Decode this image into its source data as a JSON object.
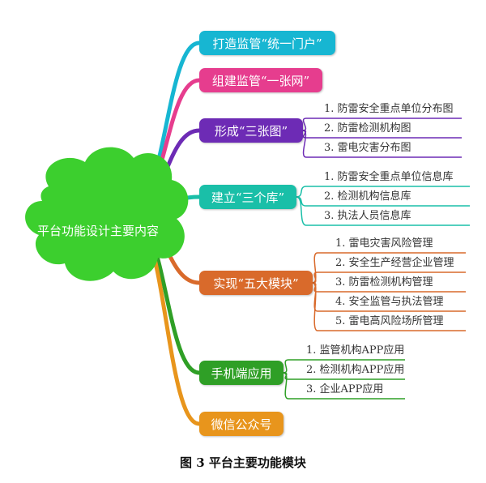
{
  "root": "平台功能设计主要内容",
  "colors": {
    "root": "#3ccf2e",
    "cyan": "#17b6d2",
    "pink": "#e63d8e",
    "purple": "#6d2bb5",
    "teal": "#1abfa8",
    "orange": "#d96a2b",
    "green": "#2f9f26",
    "amber": "#e8951c"
  },
  "branches": [
    {
      "label": "打造监管“统一门户”",
      "color": "cyan",
      "items": []
    },
    {
      "label": "组建监管“一张网”",
      "color": "pink",
      "items": []
    },
    {
      "label": "形成“三张图”",
      "color": "purple",
      "items": [
        "1. 防雷安全重点单位分布图",
        "2. 防雷检测机构图",
        "3. 雷电灾害分布图"
      ]
    },
    {
      "label": "建立“三个库”",
      "color": "teal",
      "items": [
        "1. 防雷安全重点单位信息库",
        "2. 检测机构信息库",
        "3. 执法人员信息库"
      ]
    },
    {
      "label": "实现“五大模块”",
      "color": "orange",
      "items": [
        "1. 雷电灾害风险管理",
        "2. 安全生产经营企业管理",
        "3. 防雷检测机构管理",
        "4. 安全监管与执法管理",
        "5. 雷电高风险场所管理"
      ]
    },
    {
      "label": "手机端应用",
      "color": "green",
      "items": [
        "1. 监管机构APP应用",
        "2. 检测机构APP应用",
        "3. 企业APP应用"
      ]
    },
    {
      "label": "微信公众号",
      "color": "amber",
      "items": []
    }
  ],
  "caption": "图 3  平台主要功能模块"
}
